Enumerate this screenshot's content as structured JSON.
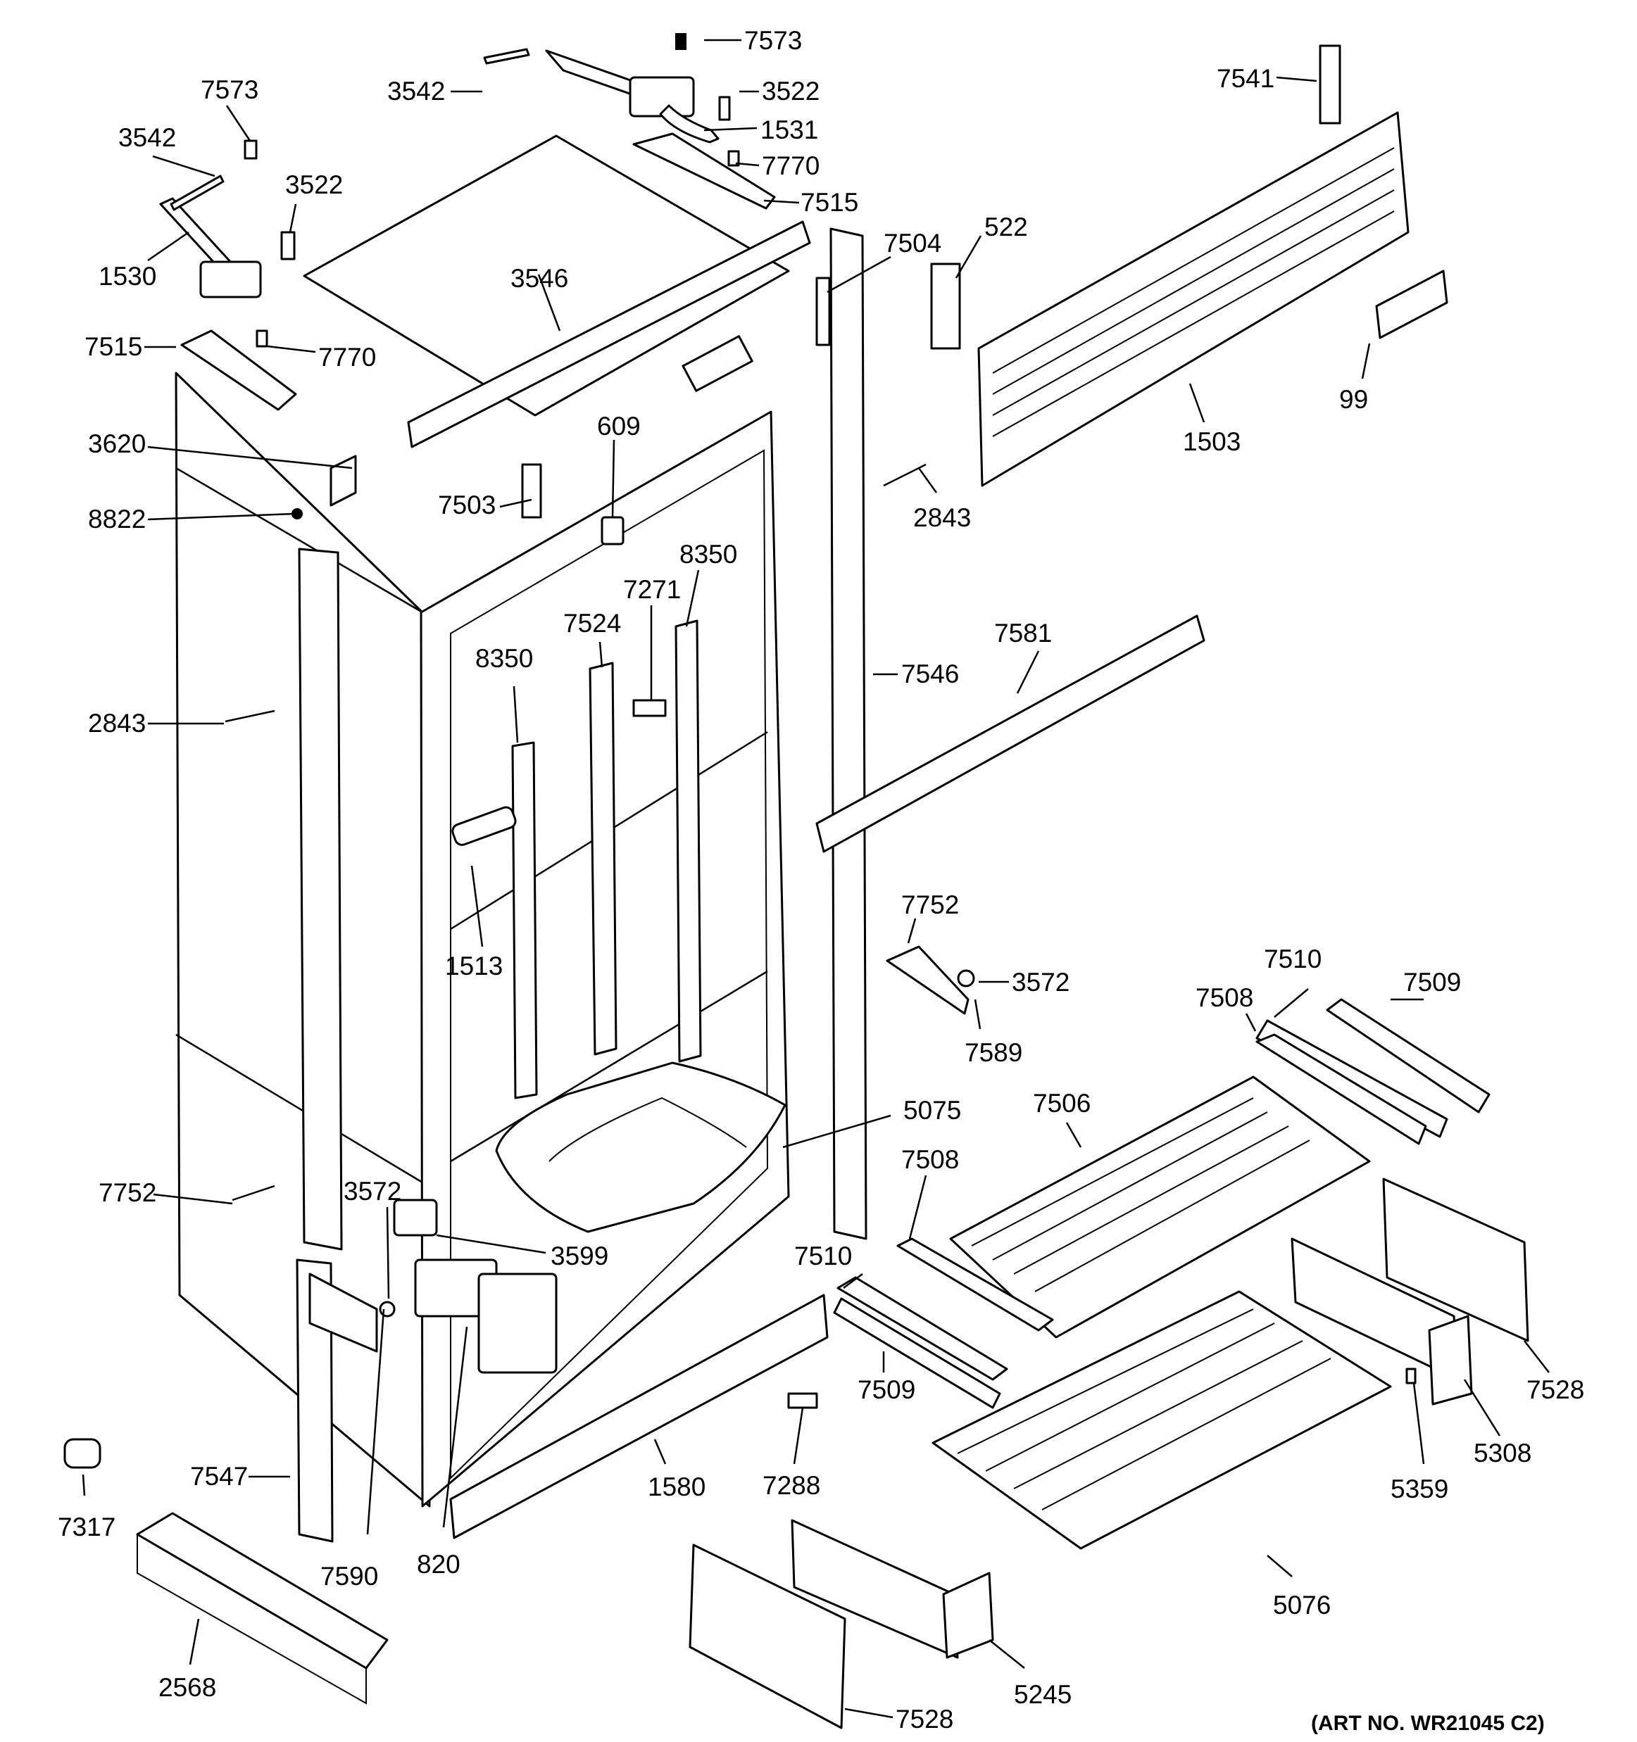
{
  "art_number": "(ART NO. WR21045 C2)",
  "callouts": [
    {
      "id": "c-7573-top",
      "text": "7573"
    },
    {
      "id": "c-7573-left",
      "text": "7573"
    },
    {
      "id": "c-3542-top",
      "text": "3542"
    },
    {
      "id": "c-3542-left",
      "text": "3542"
    },
    {
      "id": "c-3522-top",
      "text": "3522"
    },
    {
      "id": "c-3522-left",
      "text": "3522"
    },
    {
      "id": "c-1531",
      "text": "1531"
    },
    {
      "id": "c-1530",
      "text": "1530"
    },
    {
      "id": "c-7770-top",
      "text": "7770"
    },
    {
      "id": "c-7770-left",
      "text": "7770"
    },
    {
      "id": "c-7515-top",
      "text": "7515"
    },
    {
      "id": "c-7515-left",
      "text": "7515"
    },
    {
      "id": "c-7541",
      "text": "7541"
    },
    {
      "id": "c-7504",
      "text": "7504"
    },
    {
      "id": "c-522",
      "text": "522"
    },
    {
      "id": "c-99",
      "text": "99"
    },
    {
      "id": "c-1503",
      "text": "1503"
    },
    {
      "id": "c-3546",
      "text": "3546"
    },
    {
      "id": "c-3620",
      "text": "3620"
    },
    {
      "id": "c-609",
      "text": "609"
    },
    {
      "id": "c-7503",
      "text": "7503"
    },
    {
      "id": "c-8822",
      "text": "8822"
    },
    {
      "id": "c-2843-right",
      "text": "2843"
    },
    {
      "id": "c-2843-left",
      "text": "2843"
    },
    {
      "id": "c-8350-right",
      "text": "8350"
    },
    {
      "id": "c-8350-left",
      "text": "8350"
    },
    {
      "id": "c-7271",
      "text": "7271"
    },
    {
      "id": "c-7524",
      "text": "7524"
    },
    {
      "id": "c-7546",
      "text": "7546"
    },
    {
      "id": "c-7581",
      "text": "7581"
    },
    {
      "id": "c-1513",
      "text": "1513"
    },
    {
      "id": "c-7752-top",
      "text": "7752"
    },
    {
      "id": "c-7752-left",
      "text": "7752"
    },
    {
      "id": "c-3572-right",
      "text": "3572"
    },
    {
      "id": "c-3572-left",
      "text": "3572"
    },
    {
      "id": "c-7589",
      "text": "7589"
    },
    {
      "id": "c-7510-top",
      "text": "7510"
    },
    {
      "id": "c-7510-mid",
      "text": "7510"
    },
    {
      "id": "c-7508-top",
      "text": "7508"
    },
    {
      "id": "c-7508-mid",
      "text": "7508"
    },
    {
      "id": "c-7509-top",
      "text": "7509"
    },
    {
      "id": "c-7509-mid",
      "text": "7509"
    },
    {
      "id": "c-7506",
      "text": "7506"
    },
    {
      "id": "c-5075",
      "text": "5075"
    },
    {
      "id": "c-3599",
      "text": "3599"
    },
    {
      "id": "c-7528-right",
      "text": "7528"
    },
    {
      "id": "c-7528-bottom",
      "text": "7528"
    },
    {
      "id": "c-5308",
      "text": "5308"
    },
    {
      "id": "c-5359",
      "text": "5359"
    },
    {
      "id": "c-5076",
      "text": "5076"
    },
    {
      "id": "c-5245",
      "text": "5245"
    },
    {
      "id": "c-7288",
      "text": "7288"
    },
    {
      "id": "c-1580",
      "text": "1580"
    },
    {
      "id": "c-820",
      "text": "820"
    },
    {
      "id": "c-7590",
      "text": "7590"
    },
    {
      "id": "c-7547",
      "text": "7547"
    },
    {
      "id": "c-7317",
      "text": "7317"
    },
    {
      "id": "c-2568",
      "text": "2568"
    }
  ]
}
